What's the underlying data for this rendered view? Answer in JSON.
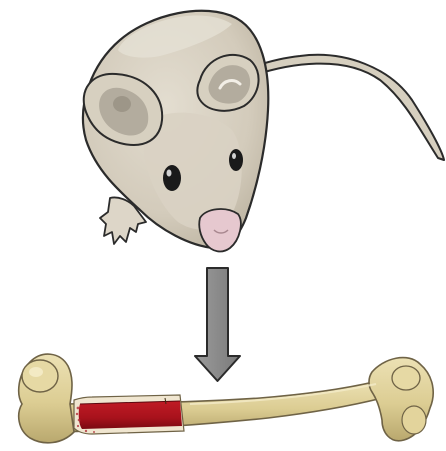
{
  "figure": {
    "subjects": [
      "mouse",
      "femur"
    ],
    "flow": "mouse-to-bone",
    "colors": {
      "background": "#ffffff",
      "mouse_body": "#d8d1c2",
      "mouse_shadow": "#bdb5a5",
      "mouse_outline": "#2b2b2b",
      "ear_inner": "#b3ac9e",
      "nose_pink": "#e6c8cf",
      "eye": "#1a1a1a",
      "arrow_fill": "#8a8a8a",
      "arrow_outline": "#2b2b2b",
      "bone": "#e0d29a",
      "bone_shadow": "#b9a86e",
      "bone_outline": "#6f6346",
      "marrow": "#a8121c",
      "marrow_dark": "#7a0a12"
    }
  }
}
